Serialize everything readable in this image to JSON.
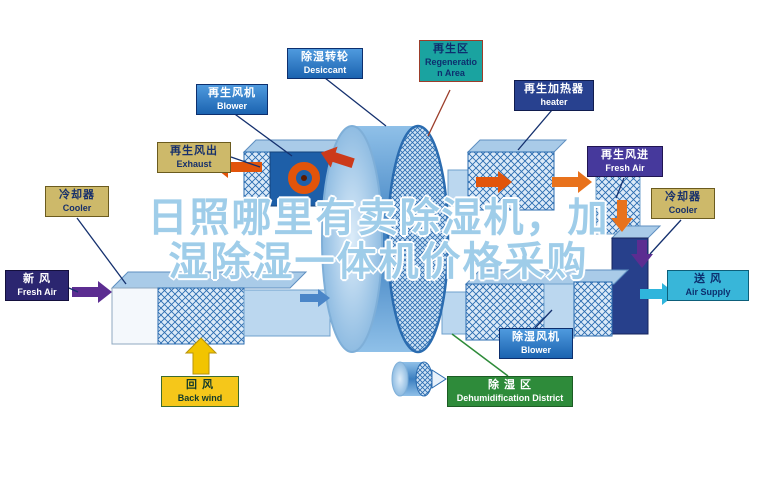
{
  "watermark": {
    "line1": "日照哪里有卖除湿机，加",
    "line2": "湿除湿一体机价格采购"
  },
  "labels": {
    "regen_blower": {
      "zh": "再生风机",
      "en": "Blower"
    },
    "desiccant_wheel": {
      "zh": "除湿转轮",
      "en": "Desiccant"
    },
    "regen_area": {
      "zh": "再生区",
      "en": "Regeneration Area"
    },
    "regen_heater": {
      "zh": "再生加热器",
      "en": "heater"
    },
    "regen_air_out": {
      "zh": "再生风出",
      "en": "Exhaust"
    },
    "regen_air_in": {
      "zh": "再生风进",
      "en": "Fresh Air"
    },
    "cooler_left": {
      "zh": "冷却器",
      "en": "Cooler"
    },
    "cooler_right": {
      "zh": "冷却器",
      "en": "Cooler"
    },
    "fresh_air": {
      "zh": "新 风",
      "en": "Fresh Air"
    },
    "air_supply": {
      "zh": "送 风",
      "en": "Air Supply"
    },
    "return_air": {
      "zh": "回 风",
      "en": "Back wind"
    },
    "dehumid_blower": {
      "zh": "除湿风机",
      "en": "Blower"
    },
    "dehumid_district": {
      "zh": "除 湿 区",
      "en": "Dehumidification District"
    }
  },
  "palette": {
    "label_blue": "#1b63b0",
    "label_teal": "#1aa3a0",
    "label_navy": "#28418f",
    "label_khaki": "#cdb96a",
    "label_purple": "#46399c",
    "label_indigo": "#2b2670",
    "label_cyan": "#38b6d9",
    "label_yellow": "#f5c71a",
    "label_green": "#2e8b3a",
    "arrow_orange": "#e8721c",
    "arrow_red": "#cc3a1a",
    "arrow_purple": "#5c2d91",
    "arrow_yellow": "#f2c400",
    "arrow_cyan": "#2fb5dc",
    "rotor_blue": "#3c7fc0",
    "watermark_text": "#9fcde9"
  }
}
